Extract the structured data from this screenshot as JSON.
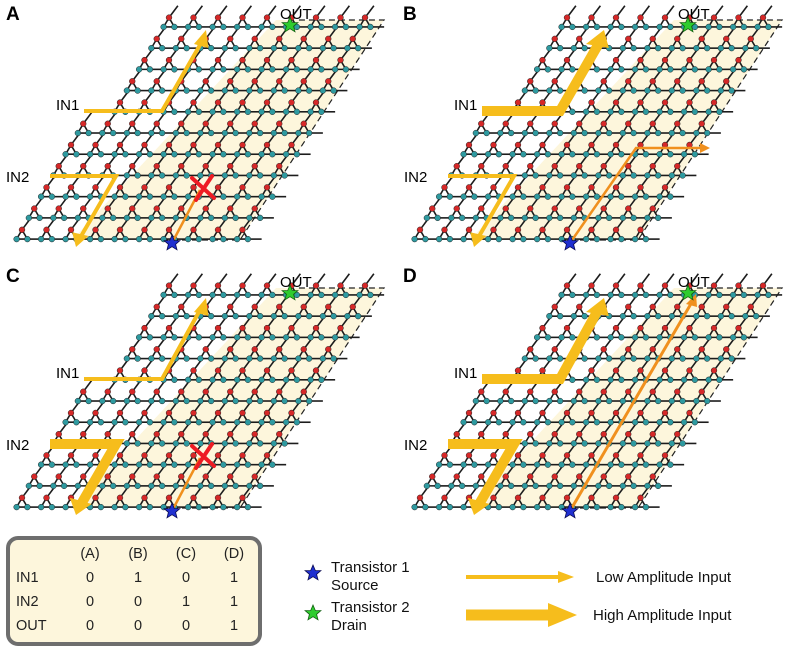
{
  "panels": [
    {
      "label": "A",
      "in1": "IN1",
      "in2": "IN2",
      "out": "OUT",
      "in1_high": false,
      "in2_high": false,
      "blocked": true
    },
    {
      "label": "B",
      "in1": "IN1",
      "in2": "IN2",
      "out": "OUT",
      "in1_high": true,
      "in2_high": false,
      "blocked": false
    },
    {
      "label": "C",
      "in1": "IN1",
      "in2": "IN2",
      "out": "OUT",
      "in1_high": false,
      "in2_high": true,
      "blocked": true
    },
    {
      "label": "D",
      "in1": "IN1",
      "in2": "IN2",
      "out": "OUT",
      "in1_high": true,
      "in2_high": true,
      "blocked": false
    }
  ],
  "truth_table": {
    "columns": [
      "(A)",
      "(B)",
      "(C)",
      "(D)"
    ],
    "rows": [
      {
        "name": "IN1",
        "values": [
          "0",
          "1",
          "0",
          "1"
        ]
      },
      {
        "name": "IN2",
        "values": [
          "0",
          "0",
          "1",
          "1"
        ]
      },
      {
        "name": "OUT",
        "values": [
          "0",
          "0",
          "0",
          "1"
        ]
      }
    ]
  },
  "legend": {
    "source_line1": "Transistor 1",
    "source_line2": "Source",
    "drain_line1": "Transistor 2",
    "drain_line2": "Drain",
    "low_amplitude": "Low Amplitude Input",
    "high_amplitude": "High Amplitude Input"
  },
  "colors": {
    "lattice_teal": "#2e9aa0",
    "lattice_red": "#d62828",
    "bond": "#1c1c1c",
    "triangle_fill": "#fdf6dc",
    "arrow_yellow": "#f6bd1c",
    "arrow_orange": "#f0901e",
    "cross_red": "#ee1c24",
    "source_star": "#1f2fd0",
    "drain_star": "#2ecc2e",
    "box_border": "#6e6e6e"
  },
  "icons": {
    "source": "blue-star-icon",
    "drain": "green-star-icon",
    "blocked": "red-cross-icon"
  }
}
